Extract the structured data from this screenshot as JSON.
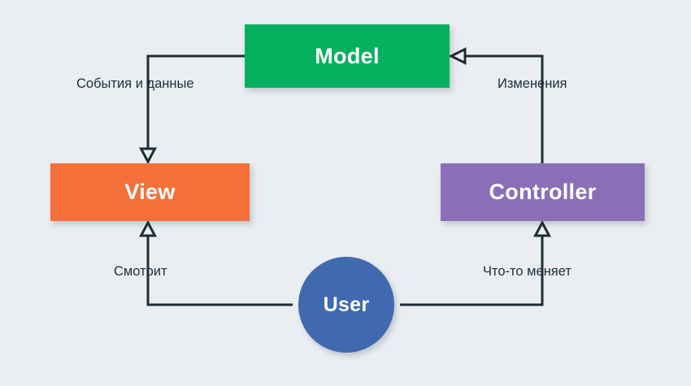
{
  "diagram": {
    "title": "MVC pattern flow",
    "background_color": "#eaeef1",
    "edge_color": "#1d2d38",
    "nodes": [
      {
        "id": "model",
        "label": "Model",
        "shape": "rectangle",
        "color": "#05b15e",
        "text_color": "#ffffff"
      },
      {
        "id": "view",
        "label": "View",
        "shape": "rectangle",
        "color": "#f4703a",
        "text_color": "#ffffff"
      },
      {
        "id": "controller",
        "label": "Controller",
        "shape": "rectangle",
        "color": "#8a6fb8",
        "text_color": "#ffffff"
      },
      {
        "id": "user",
        "label": "User",
        "shape": "circle",
        "color": "#4169b0",
        "text_color": "#ffffff"
      }
    ],
    "edges": [
      {
        "id": "model-to-view",
        "from": "model",
        "to": "view",
        "label": "События и данные",
        "arrowhead": "hollow-triangle",
        "direction": "down"
      },
      {
        "id": "controller-to-model",
        "from": "controller",
        "to": "model",
        "label": "Изменения",
        "arrowhead": "hollow-triangle",
        "direction": "left"
      },
      {
        "id": "user-to-view",
        "from": "user",
        "to": "view",
        "label": "Смотрит",
        "arrowhead": "hollow-triangle",
        "direction": "up"
      },
      {
        "id": "user-to-controller",
        "from": "user",
        "to": "controller",
        "label": "Что-то меняет",
        "arrowhead": "hollow-triangle",
        "direction": "up"
      }
    ]
  }
}
